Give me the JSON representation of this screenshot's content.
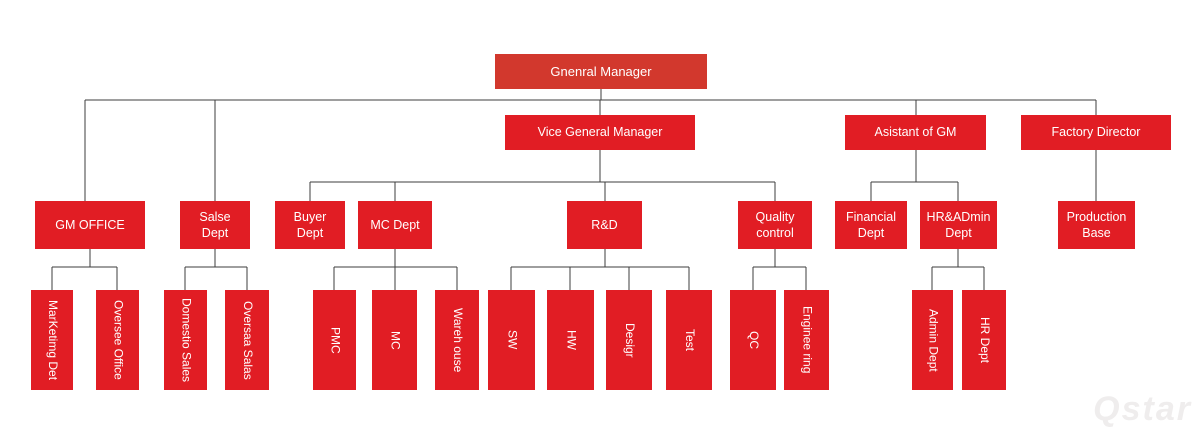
{
  "colors": {
    "top_red": "#d2382d",
    "box_red": "#e11d24",
    "line": "#3d3d3d",
    "text": "#ffffff"
  },
  "watermark": "Qstar",
  "nodes": {
    "gm": {
      "label": "Gnenral Manager"
    },
    "vgm": {
      "label": "Vice General Manager"
    },
    "agm": {
      "label": "Asistant of GM"
    },
    "fd": {
      "label": "Factory Director"
    },
    "office": {
      "label": "GM OFFICE"
    },
    "salse": {
      "label": "Salse\nDept"
    },
    "buyer": {
      "label": "Buyer\nDept"
    },
    "mcdept": {
      "label": "MC Dept"
    },
    "rd": {
      "label": "R&D"
    },
    "quality": {
      "label": "Quality\ncontrol"
    },
    "fin": {
      "label": "Financial\nDept"
    },
    "hradmin": {
      "label": "HR&ADmin\nDept"
    },
    "prod": {
      "label": "Production\nBase"
    },
    "marketing": {
      "label": "MarKetimg Det"
    },
    "oversee": {
      "label": "Oversee Office"
    },
    "domestic": {
      "label": "Domestio Sales"
    },
    "oversaa": {
      "label": "Oversaa Salas"
    },
    "pmc": {
      "label": "PMC"
    },
    "mc": {
      "label": "MC"
    },
    "warehouse": {
      "label": "Wareh ouse"
    },
    "sw": {
      "label": "SW"
    },
    "hw": {
      "label": "HW"
    },
    "design": {
      "label": "Desigr"
    },
    "test": {
      "label": "Test"
    },
    "qc": {
      "label": "QC"
    },
    "engineering": {
      "label": "Enginee ring"
    },
    "admin": {
      "label": "Admin Dept"
    },
    "hr": {
      "label": "HR Dept"
    }
  }
}
